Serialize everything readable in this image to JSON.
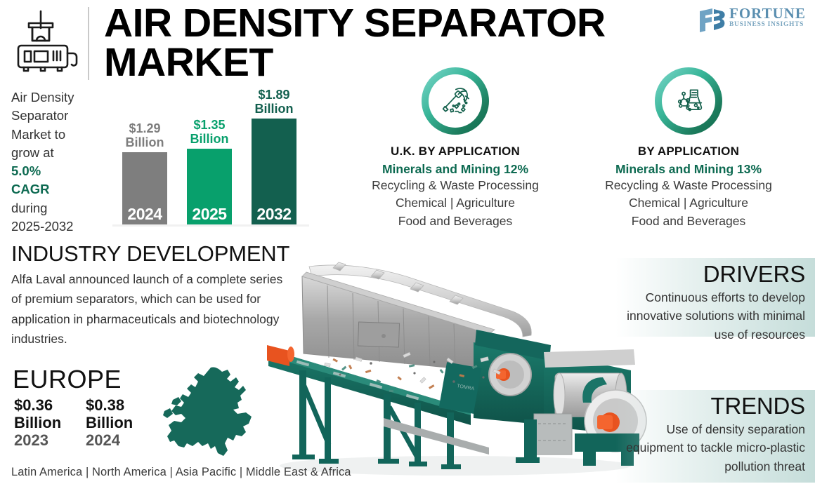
{
  "header": {
    "title": "AIR DENSITY SEPARATOR MARKET",
    "icon": "separator-machine-icon",
    "logo": {
      "mark": "fb-monogram-icon",
      "line1": "FORTUNE",
      "line2": "BUSINESS INSIGHTS",
      "color": "#5b8fb0"
    }
  },
  "intro": {
    "line1": "Air Density Separator",
    "line2": "Market to",
    "line3": "grow at",
    "highlight1": "5.0%",
    "highlight2": "CAGR",
    "line4": "during",
    "line5": "2025-2032",
    "highlight_color": "#0d6a51"
  },
  "chart_data": {
    "type": "bar",
    "title": "Air Density Separator Market Size",
    "categories": [
      "2024",
      "2025",
      "2032"
    ],
    "values": [
      1.29,
      1.35,
      1.89
    ],
    "value_labels": [
      "$1.29 Billion",
      "$1.35 Billion",
      "$1.89 Billion"
    ],
    "value_label_top": [
      "$1.29",
      "$1.35",
      "$1.89"
    ],
    "value_label_bottom": [
      "Billion",
      "Billion",
      "Billion"
    ],
    "unit": "USD Billion",
    "xlabel": "",
    "ylabel": "",
    "ylim": [
      0,
      2.2
    ],
    "grid": false,
    "legend": "none",
    "colors": [
      "#7e7e7e",
      "#08a06c",
      "#13604f"
    ],
    "label_colors": [
      "#7e7e7e",
      "#08a06c",
      "#13604f"
    ],
    "cagr": "5.0%",
    "period": "2025-2032"
  },
  "applications": [
    {
      "icon": "pickaxe-mining-icon",
      "title": "U.K. BY APPLICATION",
      "highlight": "Minerals and Mining 12%",
      "lines": [
        "Recycling & Waste Processing",
        "Chemical  |  Agriculture",
        "Food and Beverages"
      ]
    },
    {
      "icon": "chemistry-flask-icon",
      "title": "BY APPLICATION",
      "highlight": "Minerals and Mining 13%",
      "lines": [
        "Recycling & Waste Processing",
        "Chemical  |  Agriculture",
        "Food and Beverages"
      ]
    }
  ],
  "industry_development": {
    "title": "INDUSTRY DEVELOPMENT",
    "body": "Alfa Laval announced launch of a complete series of premium separators, which can be used for application in pharmaceuticals and biotechnology industries."
  },
  "europe": {
    "title": "EUROPE",
    "map_icon": "europe-map-icon",
    "figures": [
      {
        "value": "$0.36",
        "unit": "Billion",
        "year": "2023"
      },
      {
        "value": "$0.38",
        "unit": "Billion",
        "year": "2024"
      }
    ],
    "regions": "Latin America  |  North America  |  Asia Pacific  |  Middle East & Africa"
  },
  "panels": [
    {
      "title": "DRIVERS",
      "body": "Continuous efforts to develop innovative solutions with minimal use of resources"
    },
    {
      "title": "TRENDS",
      "body": "Use of density separation equipment to tackle micro-plastic pollution threat"
    }
  ],
  "hero": {
    "icon": "air-density-separator-machine-image",
    "frame_color": "#14665c",
    "body_color": "#9a9a9a",
    "accent_color": "#e8531f"
  }
}
